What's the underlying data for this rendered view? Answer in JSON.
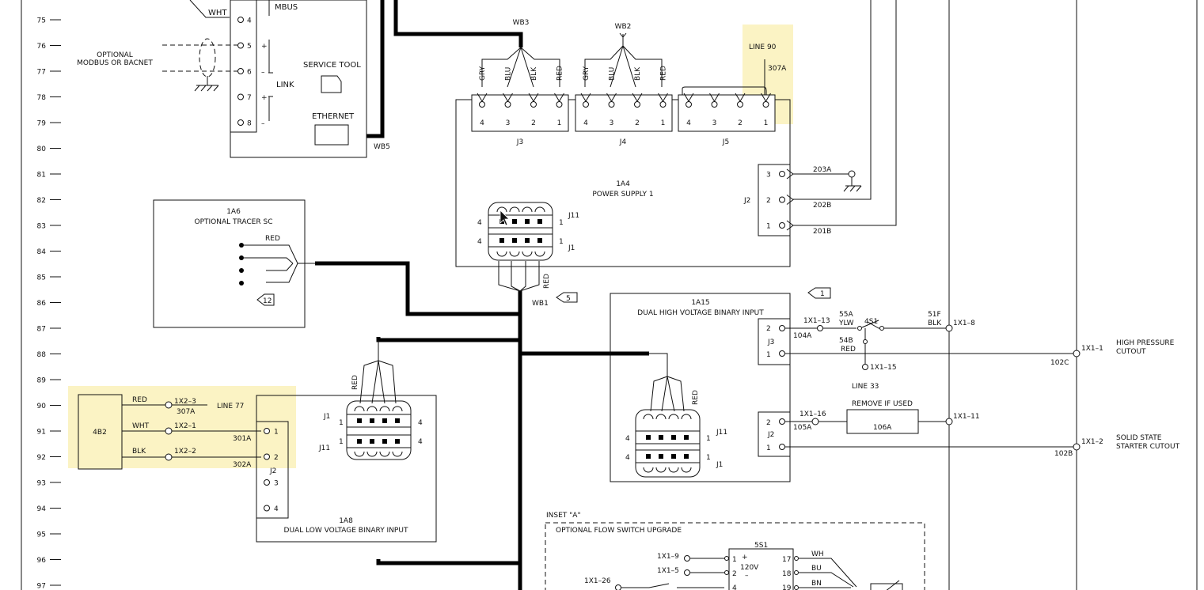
{
  "line_numbers": [
    "75",
    "76",
    "77",
    "78",
    "79",
    "80",
    "81",
    "82",
    "83",
    "84",
    "85",
    "86",
    "87",
    "88",
    "89",
    "90",
    "91",
    "92",
    "93",
    "94",
    "95",
    "96",
    "97"
  ],
  "comm_block": {
    "wht": "WHT",
    "mbus": "MBUS",
    "modbus": "OPTIONAL\nMODBUS OR BACNET",
    "link": "LINK",
    "service_tool": "SERVICE TOOL",
    "ethernet": "ETHERNET",
    "wb5": "WB5",
    "pins": [
      "4",
      "5",
      "6",
      "7",
      "8"
    ],
    "signs": [
      "+",
      "–",
      "+",
      "–"
    ]
  },
  "power_supply": {
    "id": "1A4",
    "name": "POWER SUPPLY 1",
    "wb3": "WB3",
    "wb2": "WB2",
    "wire_colors": [
      "GRY",
      "BLU",
      "BLK",
      "RED"
    ],
    "pins": [
      "4",
      "3",
      "2",
      "1"
    ],
    "j3": "J3",
    "j4": "J4",
    "j5": "J5",
    "line90": "LINE 90",
    "w307a": "307A",
    "j2": "J2",
    "j2_pins": [
      "3",
      "2",
      "1"
    ],
    "j2_wires": [
      "203A",
      "202B",
      "201B"
    ],
    "j11": "J11",
    "j1": "J1",
    "n4": "4",
    "n1": "1",
    "red": "RED",
    "wb1": "WB1",
    "tag5": "5"
  },
  "tracer": {
    "id": "1A6",
    "name": "OPTIONAL TRACER SC",
    "red": "RED",
    "tag12": "12"
  },
  "hv_input": {
    "id": "1A15",
    "name": "DUAL HIGH VOLTAGE BINARY INPUT",
    "tag1": "1",
    "j3": "J3",
    "j2": "J2",
    "pin2": "2",
    "pin1": "1",
    "w104a": "104A",
    "t1x1_13": "1X1–13",
    "w55a": "55A",
    "ylw": "YLW",
    "s4s1": "4S1",
    "w51f": "51F",
    "blk": "BLK",
    "t1x1_8": "1X1–8",
    "w54b": "54B",
    "red": "RED",
    "t1x1_15": "1X1–15",
    "line33": "LINE 33",
    "t1x1_1": "1X1–1",
    "w102c": "102C",
    "hp1": "HIGH PRESSURE",
    "hp2": "CUTOUT",
    "w105a": "105A",
    "t1x1_16": "1X1–16",
    "remove": "REMOVE IF USED",
    "w106a": "106A",
    "t1x1_11": "1X1–11",
    "t1x1_2": "1X1–2",
    "w102b": "102B",
    "ss1": "SOLID STATE",
    "ss2": "STARTER CUTOUT",
    "j11": "J11",
    "j1": "J1",
    "n4": "4",
    "n1": "1",
    "wred": "RED"
  },
  "lv_input": {
    "id": "1A8",
    "name": "DUAL LOW VOLTAGE BINARY INPUT",
    "j1": "J1",
    "j11": "J11",
    "n1": "1",
    "n4": "4",
    "red": "RED",
    "j2": "J2",
    "j2_pins": [
      "1",
      "2",
      "3",
      "4"
    ]
  },
  "sensor_4b2": {
    "id": "4B2",
    "wires": [
      "RED",
      "WHT",
      "BLK"
    ],
    "terms": [
      "1X2–3",
      "1X2–1",
      "1X2–2"
    ],
    "w307a": "307A",
    "line77": "LINE 77",
    "w301a": "301A",
    "w302a": "302A"
  },
  "inset": {
    "title": "INSET \"A\"",
    "subtitle": "OPTIONAL FLOW SWITCH UPGRADE",
    "s5s1": "5S1",
    "t1x1_9": "1X1–9",
    "t1x1_5": "1X1–5",
    "t1x1_26": "1X1–26",
    "plus": "+",
    "minus": "–",
    "v120": "120V",
    "pin1": "1",
    "pin2": "2",
    "pin4": "4",
    "p17": "17",
    "p18": "18",
    "p19": "19",
    "wh": "WH",
    "bu": "BU",
    "bn": "BN"
  }
}
